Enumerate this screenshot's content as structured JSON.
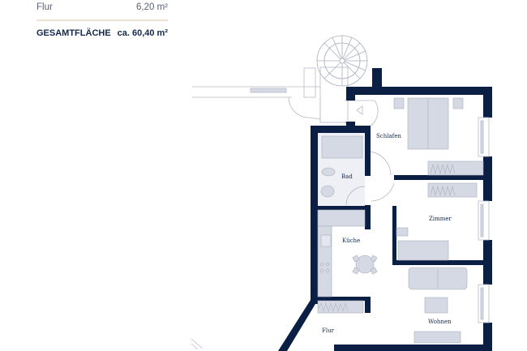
{
  "area_table": {
    "rows": [
      {
        "label": "Flur",
        "value": "6,20 m²"
      }
    ],
    "total": {
      "label": "GESAMTFLÄCHE",
      "value": "ca. 60,40 m²"
    }
  },
  "rooms": {
    "schlafen": "Schlafen",
    "bad": "Bad",
    "zimmer": "Zimmer",
    "kueche": "Küche",
    "wohnen": "Wohnen",
    "flur": "Flur"
  },
  "colors": {
    "wall": "#0b1f45",
    "furniture": "#d5d9e3",
    "line": "#aeb3bf",
    "divider": "#ece3cf",
    "text_dark": "#14284a",
    "text_muted": "#5a6170"
  }
}
